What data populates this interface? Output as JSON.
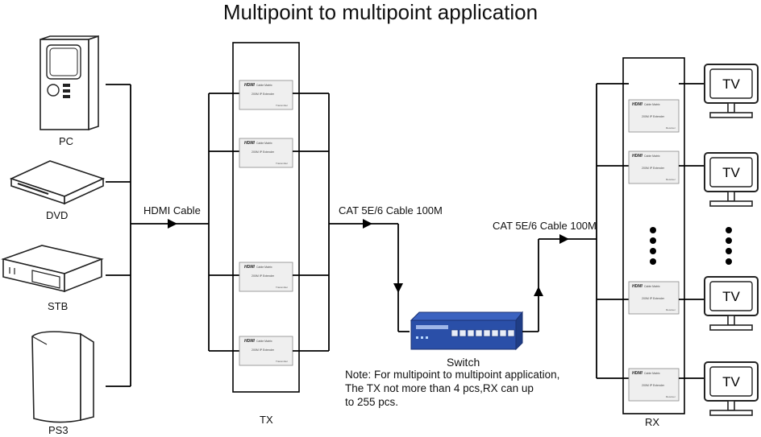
{
  "title": "Multipoint to multipoint  application",
  "sources": [
    {
      "label": "PC",
      "icon": "pc-tower-icon"
    },
    {
      "label": "DVD",
      "icon": "dvd-player-icon"
    },
    {
      "label": "STB",
      "icon": "set-top-box-icon"
    },
    {
      "label": "PS3",
      "icon": "ps3-console-icon"
    }
  ],
  "cables": {
    "hdmi": "HDMI Cable",
    "cat_tx": "CAT 5E/6 Cable 100M",
    "cat_rx": "CAT 5E/6 Cable 100M"
  },
  "tx": {
    "label": "TX",
    "unit": {
      "brand": "HDMI",
      "line1": "Cable Matrix",
      "line2": "200M IP Extender",
      "line3": "Transmitter"
    }
  },
  "rx": {
    "label": "RX",
    "unit": {
      "brand": "HDMI",
      "line1": "Cable Matrix",
      "line2": "200M IP Extender",
      "line3": "Receiver"
    }
  },
  "switch": {
    "label": "Switch",
    "icon": "network-switch-icon"
  },
  "displays": {
    "label": "TV",
    "icon": "tv-monitor-icon"
  },
  "note": "Note: For multipoint to multipoint application,\n  The TX not more than 4 pcs,RX can up\n  to 255 pcs.",
  "colors": {
    "line": "#000000",
    "switch_body": "#2a4fa8",
    "switch_dark": "#1b3272"
  }
}
